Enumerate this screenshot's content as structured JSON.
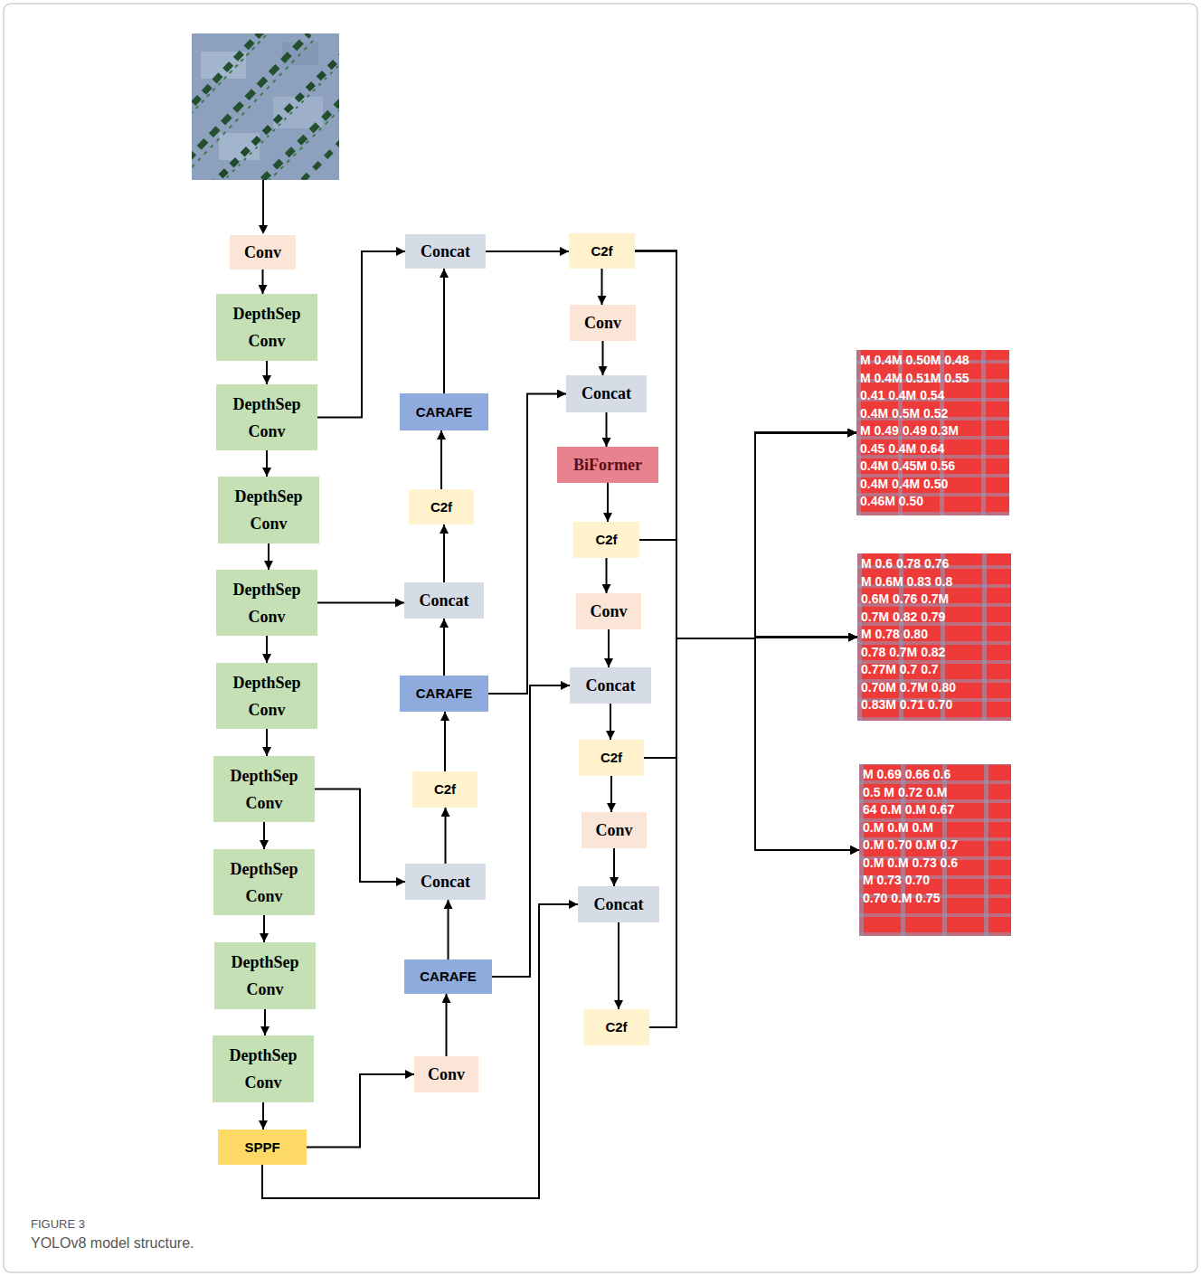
{
  "diagram": {
    "caption": "YOLOv8 model structure.",
    "nodes": [
      {
        "text": [
          "Conv"
        ]
      },
      {
        "text": [
          "DepthSep Conv"
        ]
      },
      {
        "text": [
          "DepthSep Conv"
        ]
      },
      {
        "text": [
          "DepthSep Conv"
        ]
      },
      {
        "text": [
          "DepthSep Conv"
        ]
      },
      {
        "text": [
          "DepthSep Conv"
        ]
      },
      {
        "text": [
          "DepthSep Conv"
        ]
      },
      {
        "text": [
          "DepthSep Conv"
        ]
      },
      {
        "text": [
          "DepthSep Conv"
        ]
      },
      {
        "text": [
          "DepthSep Conv"
        ]
      },
      {
        "text": [
          "SPPF"
        ]
      },
      {
        "text": [
          "Concat"
        ]
      },
      {
        "text": [
          "CARAFE"
        ]
      },
      {
        "text": [
          "C2f"
        ]
      },
      {
        "text": [
          "Concat"
        ]
      },
      {
        "text": [
          "CARAFE"
        ]
      },
      {
        "text": [
          "C2f"
        ]
      },
      {
        "text": [
          "Concat"
        ]
      },
      {
        "text": [
          "CARAFE"
        ]
      },
      {
        "text": [
          "Conv"
        ]
      },
      {
        "text": [
          "C2f"
        ]
      },
      {
        "text": [
          "Conv"
        ]
      },
      {
        "text": [
          "Concat"
        ]
      },
      {
        "text": [
          "BiFormer"
        ]
      },
      {
        "text": [
          "C2f"
        ]
      },
      {
        "text": [
          "Conv"
        ]
      },
      {
        "text": [
          "Concat"
        ]
      },
      {
        "text": [
          "C2f"
        ]
      },
      {
        "text": [
          "Conv"
        ]
      },
      {
        "text": [
          "Concat"
        ]
      },
      {
        "text": [
          "C2f"
        ]
      },
      {
        "text": [
          "M 0.4M 0.50M 0.48",
          "M 0.4M 0.51M 0.55",
          "0.41 0.4M 0.54",
          "0.4M 0.5M 0.52",
          "M 0.49 0.49 0.3M",
          "0.45 0.4M 0.64",
          "0.4M 0.45M 0.56",
          "0.4M 0.4M 0.50",
          "0.46M 0.50"
        ]
      },
      {
        "text": [
          "M 0.6 0.78 0.76",
          "M 0.6M 0.83 0.8",
          "0.6M 0.76 0.7M",
          "0.7M 0.82 0.79",
          "M 0.78 0.80",
          "0.78 0.7M 0.82",
          "0.77M 0.7 0.7",
          "0.70M 0.7M 0.80",
          "0.83M 0.71 0.70"
        ]
      },
      {
        "text": [
          "M 0.69 0.66 0.6",
          "0.5 M 0.72 0.M",
          "64 0.M 0.M 0.67",
          "0.M 0.M 0.M",
          "0.M 0.70 0.M 0.7",
          "0.M 0.M 0.73 0.6",
          "M 0.73 0.70",
          "0.70 0.M 0.75"
        ]
      }
    ],
    "edges": [
      {
        "from": 0,
        "to": 1,
        "arrow": "to"
      },
      {
        "from": 1,
        "to": 2,
        "arrow": "to"
      },
      {
        "from": 2,
        "to": 3,
        "arrow": "to"
      },
      {
        "from": 3,
        "to": 4,
        "arrow": "to"
      },
      {
        "from": 4,
        "to": 5,
        "arrow": "to"
      },
      {
        "from": 5,
        "to": 6,
        "arrow": "to"
      },
      {
        "from": 6,
        "to": 7,
        "arrow": "to"
      },
      {
        "from": 7,
        "to": 8,
        "arrow": "to"
      },
      {
        "from": 8,
        "to": 9,
        "arrow": "to"
      },
      {
        "from": 9,
        "to": 10,
        "arrow": "to"
      },
      {
        "from": 2,
        "to": 11,
        "arrow": "to"
      },
      {
        "from": 4,
        "to": 14,
        "arrow": "to"
      },
      {
        "from": 6,
        "to": 17,
        "arrow": "to"
      },
      {
        "from": 10,
        "to": 19,
        "arrow": "to"
      },
      {
        "from": 19,
        "to": 18,
        "arrow": "to"
      },
      {
        "from": 18,
        "to": 17,
        "arrow": "to"
      },
      {
        "from": 17,
        "to": 16,
        "arrow": "to"
      },
      {
        "from": 16,
        "to": 15,
        "arrow": "to"
      },
      {
        "from": 15,
        "to": 14,
        "arrow": "to"
      },
      {
        "from": 14,
        "to": 13,
        "arrow": "to"
      },
      {
        "from": 13,
        "to": 12,
        "arrow": "to"
      },
      {
        "from": 12,
        "to": 11,
        "arrow": "to"
      },
      {
        "from": 11,
        "to": 20,
        "arrow": "to"
      },
      {
        "from": 20,
        "to": 21,
        "arrow": "to"
      },
      {
        "from": 21,
        "to": 22,
        "arrow": "to"
      },
      {
        "from": 15,
        "to": 22,
        "arrow": "to"
      },
      {
        "from": 22,
        "to": 23,
        "arrow": "to"
      },
      {
        "from": 23,
        "to": 24,
        "arrow": "to"
      },
      {
        "from": 24,
        "to": 25,
        "arrow": "to"
      },
      {
        "from": 25,
        "to": 26,
        "arrow": "to"
      },
      {
        "from": 18,
        "to": 26,
        "arrow": "to"
      },
      {
        "from": 26,
        "to": 27,
        "arrow": "to"
      },
      {
        "from": 27,
        "to": 28,
        "arrow": "to"
      },
      {
        "from": 28,
        "to": 29,
        "arrow": "to"
      },
      {
        "from": 10,
        "to": 29,
        "arrow": "to"
      },
      {
        "from": 29,
        "to": 30,
        "arrow": "to"
      },
      {
        "from": 20,
        "to": 31,
        "arrow": "to"
      },
      {
        "from": 20,
        "to": 32,
        "arrow": "to"
      },
      {
        "from": 20,
        "to": 33,
        "arrow": "to"
      },
      {
        "from": 24,
        "to": 31,
        "arrow": "to"
      },
      {
        "from": 24,
        "to": 32,
        "arrow": "to"
      },
      {
        "from": 24,
        "to": 33,
        "arrow": "to"
      },
      {
        "from": 27,
        "to": 31,
        "arrow": "to"
      },
      {
        "from": 27,
        "to": 32,
        "arrow": "to"
      },
      {
        "from": 27,
        "to": 33,
        "arrow": "to"
      },
      {
        "from": 30,
        "to": 31,
        "arrow": "to"
      },
      {
        "from": 30,
        "to": 32,
        "arrow": "to"
      },
      {
        "from": 30,
        "to": 33,
        "arrow": "to"
      }
    ],
    "labels": [
      "FIGURE 3"
    ]
  }
}
